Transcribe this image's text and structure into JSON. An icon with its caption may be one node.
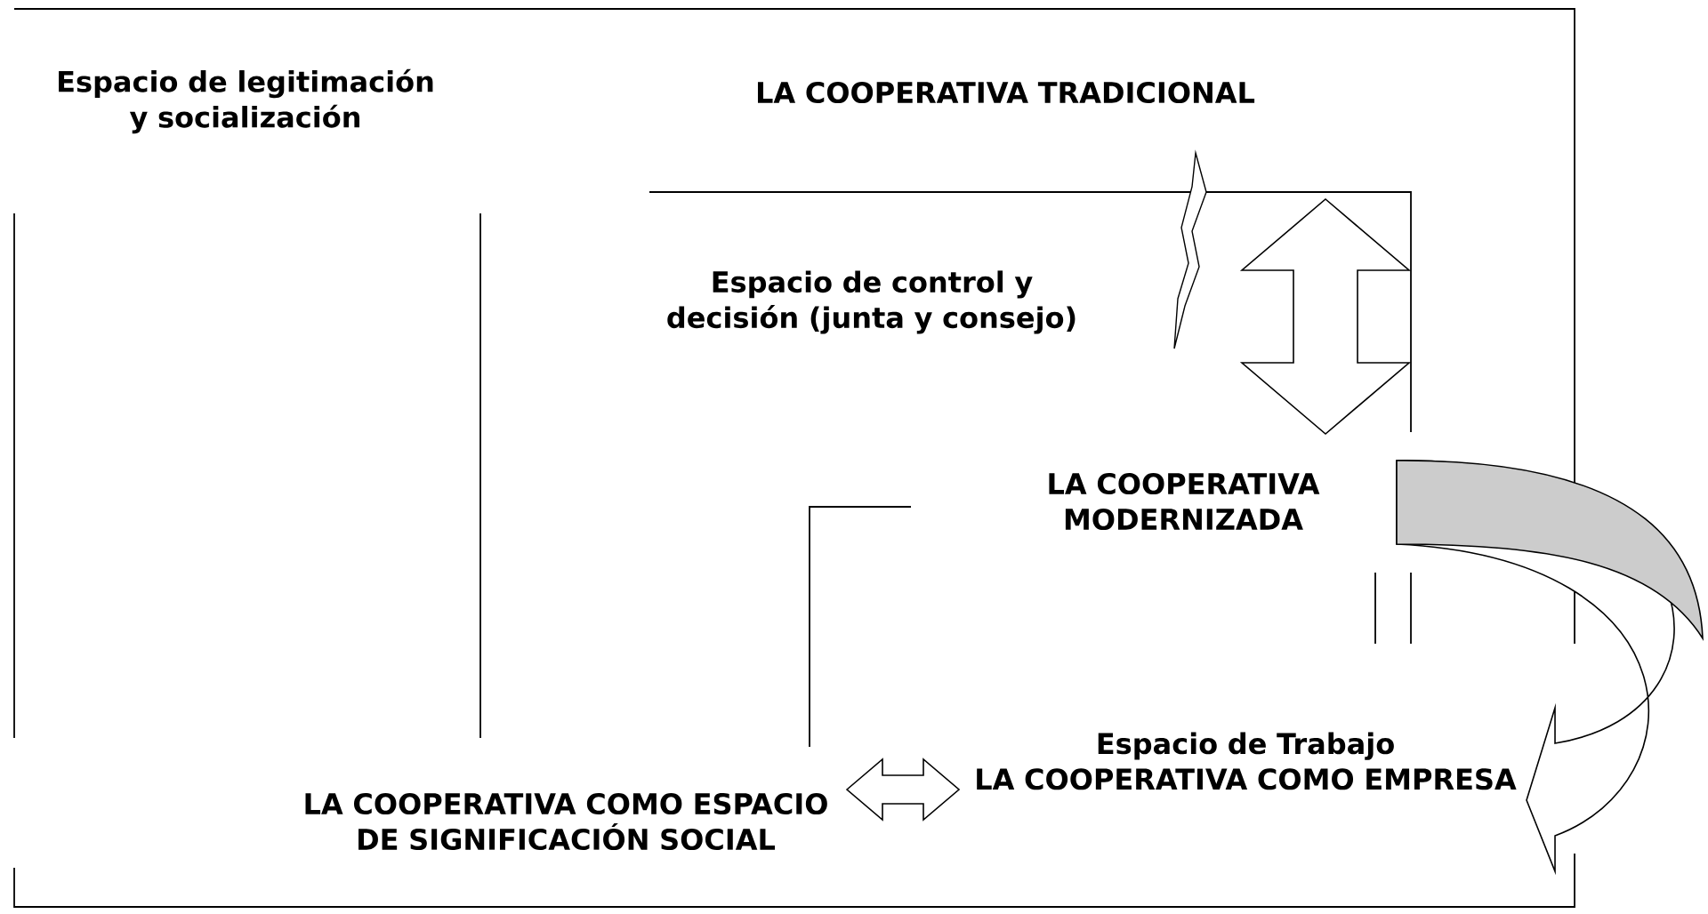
{
  "diagram": {
    "nodes": [
      {
        "text": [
          "Espacio de legitimación y socialización"
        ]
      },
      {
        "text": [
          "LA COOPERATIVA TRADICIONAL"
        ]
      },
      {
        "text": [
          "Espacio de control y decisión (junta y consejo)"
        ]
      },
      {
        "text": [
          "LA COOPERATIVA MODERNIZADA"
        ]
      },
      {
        "text": [
          "Espacio de Trabajo",
          "LA COOPERATIVA COMO EMPRESA"
        ]
      },
      {
        "text": [
          "LA COOPERATIVA COMO ESPACIO DE SIGNIFICACIÓN SOCIAL"
        ]
      }
    ],
    "edges": [
      {
        "from": 1,
        "to": 3,
        "arrow": "both"
      },
      {
        "from": 3,
        "to": 4,
        "arrow": "to"
      },
      {
        "from": 5,
        "to": 4,
        "arrow": "both"
      }
    ]
  }
}
